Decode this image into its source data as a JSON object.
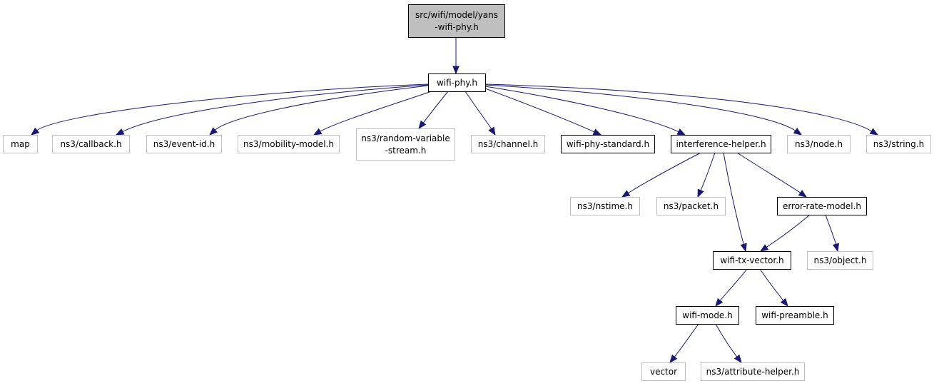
{
  "diagram": {
    "nodes": [
      {
        "id": "root",
        "lines": [
          "src/wifi/model/yans",
          "-wifi-phy.h"
        ],
        "kind": "root"
      },
      {
        "id": "wifiphy",
        "lines": [
          "wifi-phy.h"
        ],
        "kind": "documented"
      },
      {
        "id": "map",
        "lines": [
          "map"
        ],
        "kind": "external"
      },
      {
        "id": "callback",
        "lines": [
          "ns3/callback.h"
        ],
        "kind": "external"
      },
      {
        "id": "eventid",
        "lines": [
          "ns3/event-id.h"
        ],
        "kind": "external"
      },
      {
        "id": "mobility",
        "lines": [
          "ns3/mobility-model.h"
        ],
        "kind": "external"
      },
      {
        "id": "randvar",
        "lines": [
          "ns3/random-variable",
          "-stream.h"
        ],
        "kind": "external"
      },
      {
        "id": "channel",
        "lines": [
          "ns3/channel.h"
        ],
        "kind": "external"
      },
      {
        "id": "phystd",
        "lines": [
          "wifi-phy-standard.h"
        ],
        "kind": "documented"
      },
      {
        "id": "interf",
        "lines": [
          "interference-helper.h"
        ],
        "kind": "documented"
      },
      {
        "id": "node",
        "lines": [
          "ns3/node.h"
        ],
        "kind": "external"
      },
      {
        "id": "string",
        "lines": [
          "ns3/string.h"
        ],
        "kind": "external"
      },
      {
        "id": "nstime",
        "lines": [
          "ns3/nstime.h"
        ],
        "kind": "external"
      },
      {
        "id": "packet",
        "lines": [
          "ns3/packet.h"
        ],
        "kind": "external"
      },
      {
        "id": "errrate",
        "lines": [
          "error-rate-model.h"
        ],
        "kind": "documented"
      },
      {
        "id": "txvec",
        "lines": [
          "wifi-tx-vector.h"
        ],
        "kind": "documented"
      },
      {
        "id": "object",
        "lines": [
          "ns3/object.h"
        ],
        "kind": "external"
      },
      {
        "id": "mode",
        "lines": [
          "wifi-mode.h"
        ],
        "kind": "documented"
      },
      {
        "id": "preamble",
        "lines": [
          "wifi-preamble.h"
        ],
        "kind": "documented"
      },
      {
        "id": "vector",
        "lines": [
          "vector"
        ],
        "kind": "external"
      },
      {
        "id": "attrhelper",
        "lines": [
          "ns3/attribute-helper.h"
        ],
        "kind": "external"
      }
    ],
    "edges": [
      [
        "root",
        "wifiphy"
      ],
      [
        "wifiphy",
        "map"
      ],
      [
        "wifiphy",
        "callback"
      ],
      [
        "wifiphy",
        "eventid"
      ],
      [
        "wifiphy",
        "mobility"
      ],
      [
        "wifiphy",
        "randvar"
      ],
      [
        "wifiphy",
        "channel"
      ],
      [
        "wifiphy",
        "phystd"
      ],
      [
        "wifiphy",
        "interf"
      ],
      [
        "wifiphy",
        "node"
      ],
      [
        "wifiphy",
        "string"
      ],
      [
        "interf",
        "nstime"
      ],
      [
        "interf",
        "packet"
      ],
      [
        "interf",
        "errrate"
      ],
      [
        "interf",
        "txvec"
      ],
      [
        "errrate",
        "txvec"
      ],
      [
        "errrate",
        "object"
      ],
      [
        "txvec",
        "mode"
      ],
      [
        "txvec",
        "preamble"
      ],
      [
        "mode",
        "vector"
      ],
      [
        "mode",
        "attrhelper"
      ]
    ],
    "colors": {
      "root_fill": "#bfbfbf",
      "root_border": "#000000",
      "documented_border": "#000000",
      "external_border": "#bfbfbf",
      "edge": "#191970"
    }
  }
}
